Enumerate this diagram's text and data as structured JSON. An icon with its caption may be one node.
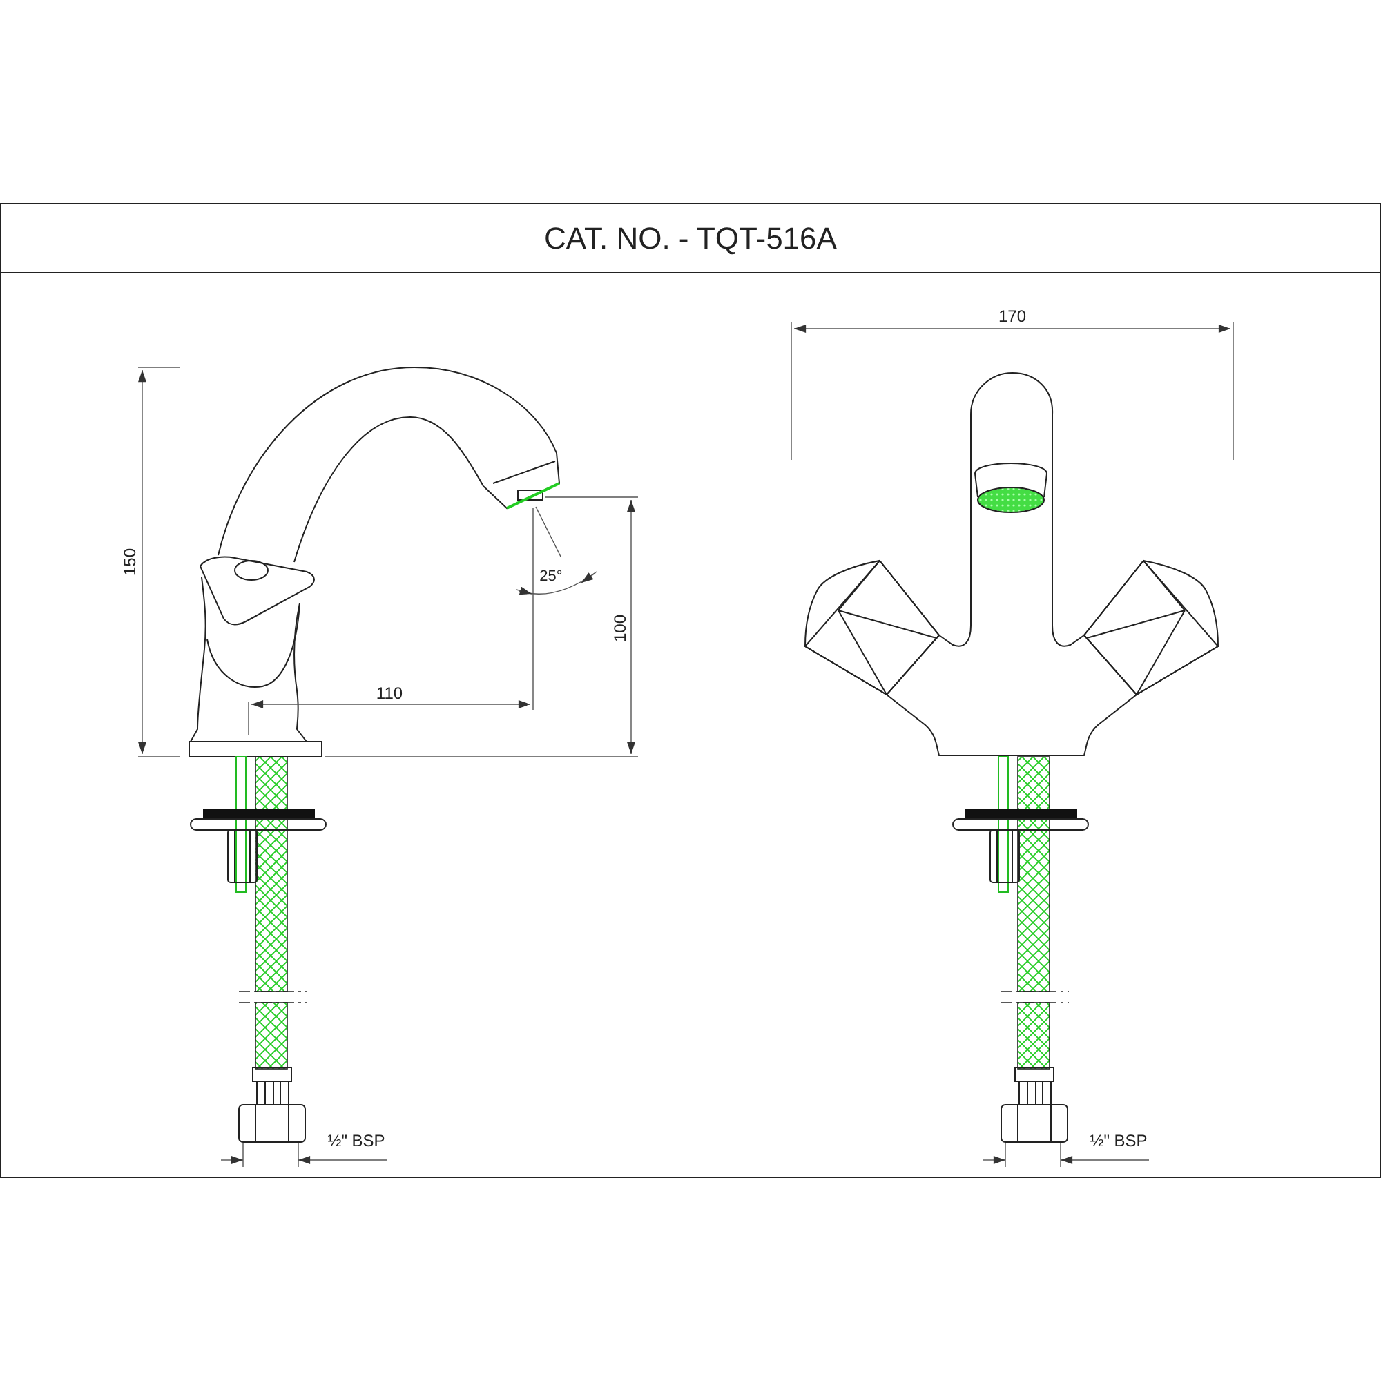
{
  "diagram": {
    "title": "CAT. NO. - TQT-516A",
    "labels": [
      "170",
      "150",
      "25°",
      "100",
      "110",
      "½\" BSP",
      "½\" BSP"
    ]
  }
}
